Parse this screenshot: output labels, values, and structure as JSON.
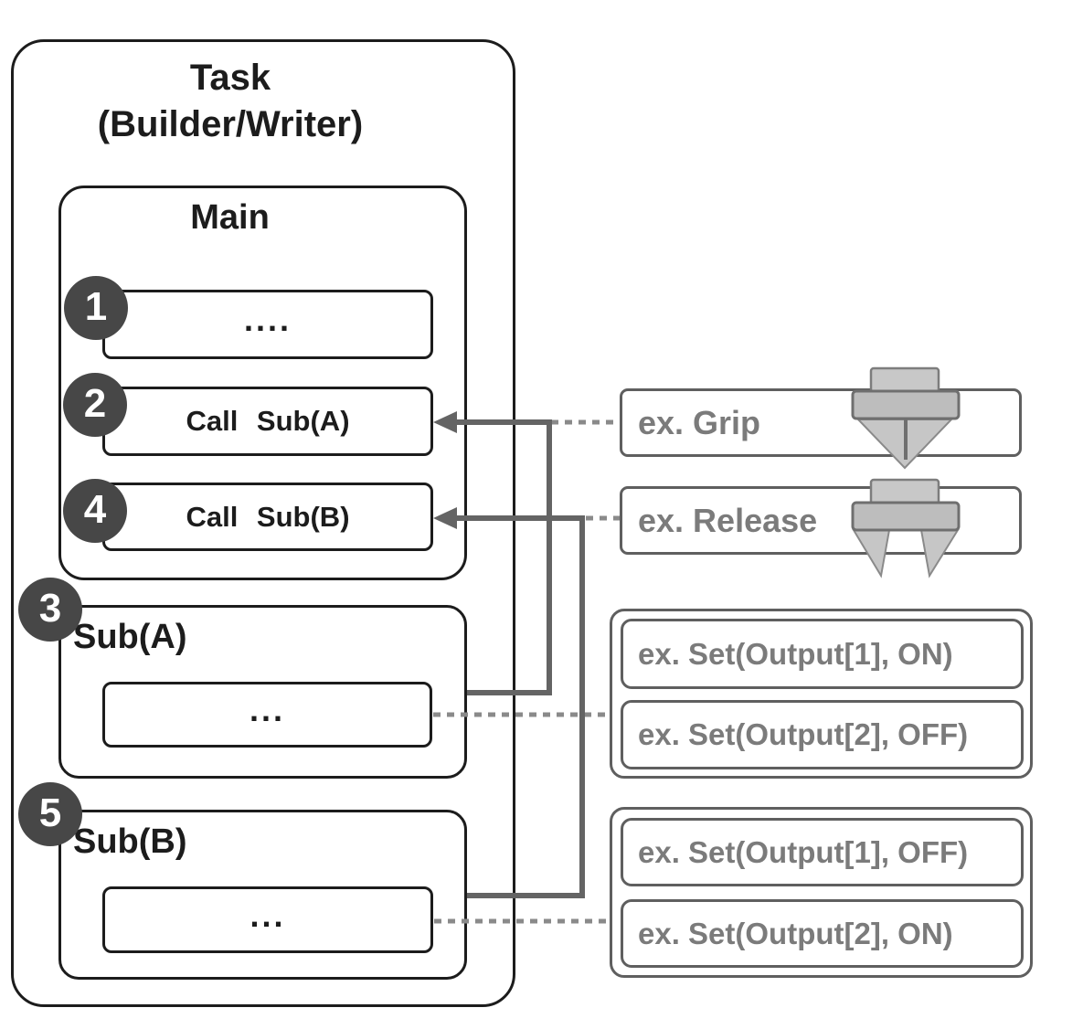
{
  "colors": {
    "ink": "#1c1c1c",
    "gray_line": "#646464",
    "gray_border": "#5f5f5f",
    "gray_text": "#7b7b7b",
    "dot_line": "#8a8a8a",
    "circle_fill": "#474747",
    "icon_light_fill": "#c8c8c8",
    "icon_mid_fill": "#bdbdbd",
    "icon_dark_border": "#6f6f6f"
  },
  "task": {
    "title_line1": "Task",
    "title_line2": "(Builder/Writer)",
    "main": {
      "title": "Main",
      "steps": [
        {
          "num": "1",
          "label": "...."
        },
        {
          "num": "2",
          "label": "Call Sub(A)"
        },
        {
          "num": "4",
          "label": "Call Sub(B)"
        }
      ]
    },
    "subs": [
      {
        "num": "3",
        "title": "Sub(A)",
        "body": "..."
      },
      {
        "num": "5",
        "title": "Sub(B)",
        "body": "..."
      }
    ]
  },
  "examples": {
    "grip": {
      "label": "ex. Grip",
      "icon": "gripper-closed"
    },
    "release": {
      "label": "ex. Release",
      "icon": "gripper-open"
    },
    "group_a": {
      "items": [
        "ex. Set(Output[1], ON)",
        "ex. Set(Output[2], OFF)"
      ]
    },
    "group_b": {
      "items": [
        "ex. Set(Output[1], OFF)",
        "ex. Set(Output[2], ON)"
      ]
    }
  }
}
